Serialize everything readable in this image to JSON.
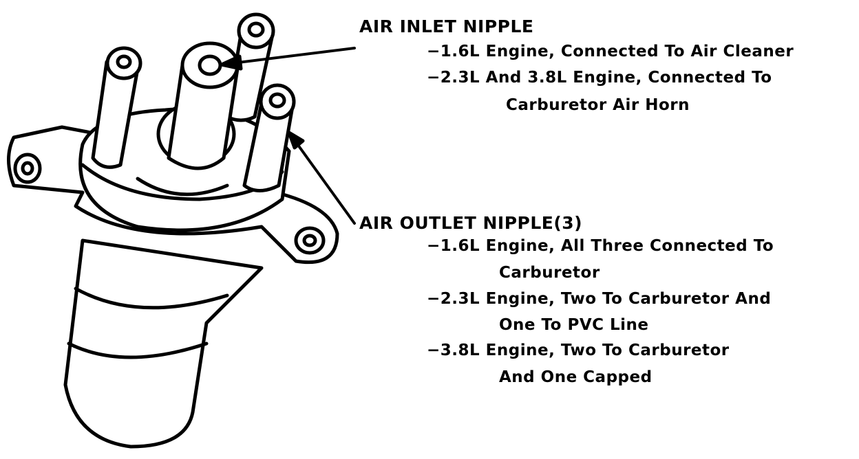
{
  "inlet": {
    "title": "AIR INLET NIPPLE",
    "lines": [
      "−1.6L Engine, Connected To Air Cleaner",
      "−2.3L And 3.8L Engine, Connected To",
      "Carburetor Air Horn"
    ]
  },
  "outlet": {
    "title": "AIR OUTLET NIPPLE(3)",
    "lines": [
      "−1.6L Engine, All Three Connected To",
      "Carburetor",
      "−2.3L Engine, Two To Carburetor And",
      "One To PVC Line",
      "−3.8L Engine, Two To Carburetor",
      "And One Capped"
    ]
  }
}
